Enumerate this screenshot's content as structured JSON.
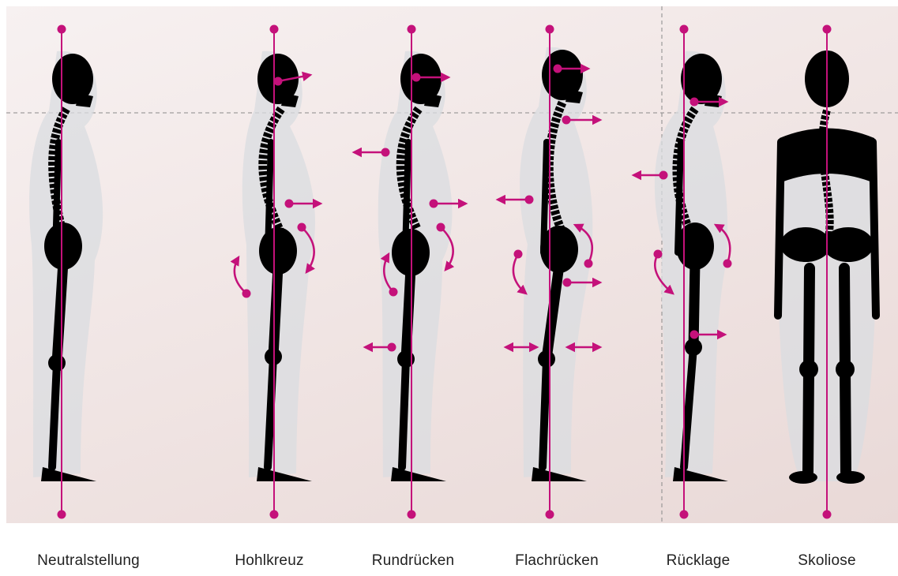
{
  "colors": {
    "accent": "#c4117a",
    "skeleton": "#000000",
    "silhouette": "#d9dce0",
    "guide": "#8a8a8a",
    "background": "#f3eaea"
  },
  "figures": [
    {
      "id": "neutral",
      "label": "Neutralstellung",
      "view": "side"
    },
    {
      "id": "hohlkreuz",
      "label": "Hohlkreuz",
      "view": "side"
    },
    {
      "id": "rundruecken",
      "label": "Rundrücken",
      "view": "side"
    },
    {
      "id": "flachruecken",
      "label": "Flachrücken",
      "view": "side"
    },
    {
      "id": "ruecklage",
      "label": "Rücklage",
      "view": "side"
    },
    {
      "id": "skoliose",
      "label": "Skoliose",
      "view": "front"
    }
  ]
}
